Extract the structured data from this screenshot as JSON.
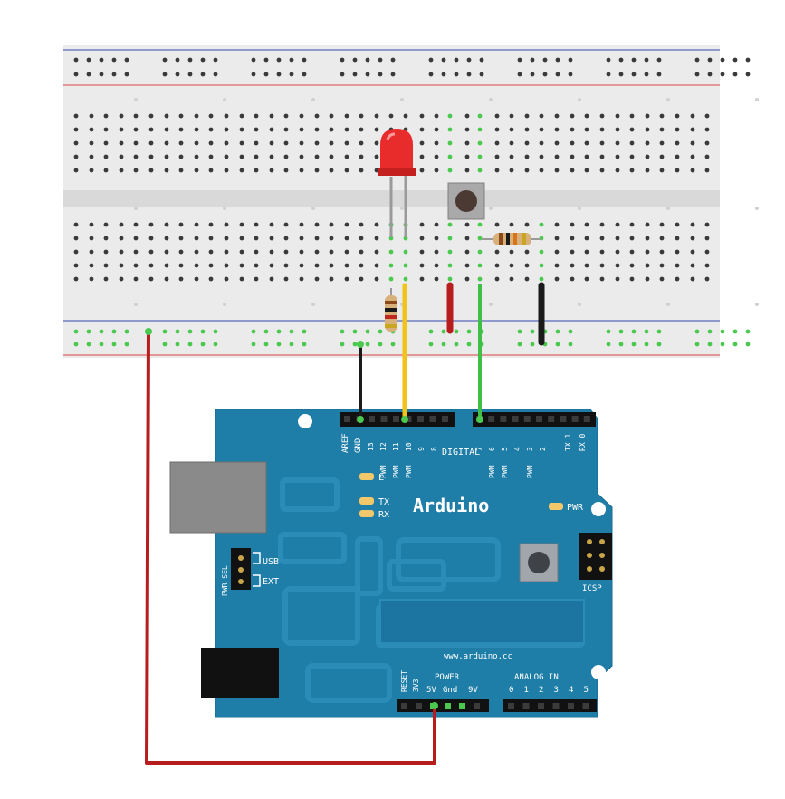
{
  "board": {
    "brand": "Arduino",
    "website": "www.arduino.cc",
    "header_digital": "DIGITAL",
    "header_power": "POWER",
    "header_analog": "ANALOG IN",
    "label_aref": "AREF",
    "label_gnd": "GND",
    "label_tx": "TX",
    "label_rx": "RX",
    "label_l": "L",
    "label_pwr": "PWR",
    "label_icsp": "ICSP",
    "label_usb": "USB",
    "label_ext": "EXT",
    "label_pwrsel": "PWR SEL",
    "label_reset": "RESET",
    "label_3v3": "3V3",
    "label_5v": "5V",
    "label_gnd_power": "Gnd",
    "label_9v": "9V",
    "digital_pins": [
      "13",
      "12",
      "11",
      "10",
      "9",
      "8",
      "7",
      "6",
      "5",
      "4",
      "3",
      "2",
      "TX 1",
      "RX 0"
    ],
    "pwm_label": "PWM",
    "analog_pins": [
      "0",
      "1",
      "2",
      "3",
      "4",
      "5"
    ]
  },
  "colors": {
    "board": "#1f7ea8",
    "breadboard": "#ebebeb",
    "wire_red": "#b81d1d",
    "wire_black": "#1a1a1a",
    "wire_yellow": "#f2c318",
    "wire_green": "#3fbf45",
    "led": "#e82b2b",
    "active_hole": "#4bc94f"
  }
}
